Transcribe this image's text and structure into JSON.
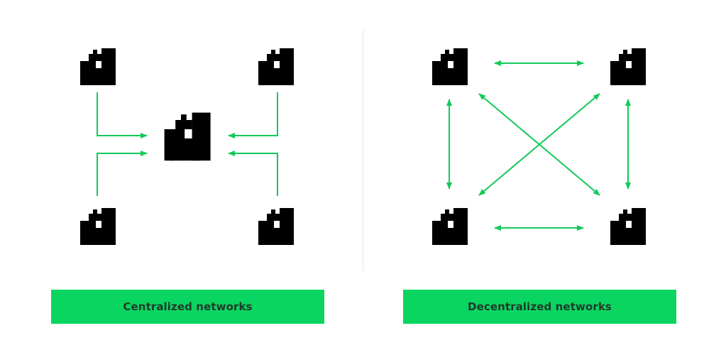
{
  "labels": {
    "centralized": "Centralized networks",
    "decentralized": "Decentralized networks"
  },
  "colors": {
    "accent_green": "#0ad561",
    "arrow_green": "#12c95a",
    "icon_stroke": "#2f3035",
    "label_text": "#1f3a2a"
  },
  "icons": {
    "node": "building-icon"
  },
  "diagram_structure": {
    "centralized": {
      "topology": "star",
      "nodes": [
        "top-left",
        "top-right",
        "bottom-left",
        "bottom-right",
        "center"
      ],
      "edges": [
        {
          "from": "top-left",
          "to": "center"
        },
        {
          "from": "bottom-left",
          "to": "center"
        },
        {
          "from": "top-right",
          "to": "center"
        },
        {
          "from": "bottom-right",
          "to": "center"
        }
      ]
    },
    "decentralized": {
      "topology": "mesh",
      "nodes": [
        "top-left",
        "top-right",
        "bottom-left",
        "bottom-right"
      ],
      "edges": [
        {
          "from": "top-left",
          "to": "top-right",
          "bidirectional": true
        },
        {
          "from": "bottom-left",
          "to": "bottom-right",
          "bidirectional": true
        },
        {
          "from": "top-left",
          "to": "bottom-left",
          "bidirectional": true
        },
        {
          "from": "top-right",
          "to": "bottom-right",
          "bidirectional": true
        },
        {
          "from": "top-left",
          "to": "bottom-right",
          "bidirectional": true
        },
        {
          "from": "top-right",
          "to": "bottom-left",
          "bidirectional": true
        }
      ]
    }
  }
}
